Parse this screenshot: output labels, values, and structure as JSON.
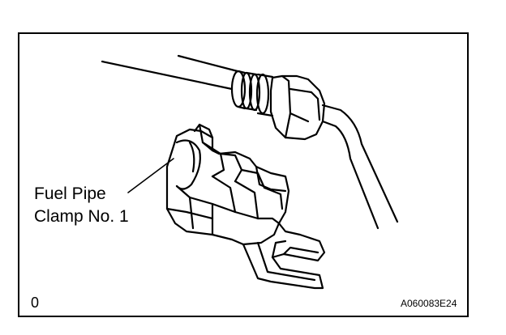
{
  "callout": {
    "line1": "Fuel Pipe",
    "line2": "Clamp No. 1"
  },
  "corner_left": "0",
  "figure_code": "A060083E24",
  "colors": {
    "ink": "#000000",
    "paper": "#ffffff"
  }
}
